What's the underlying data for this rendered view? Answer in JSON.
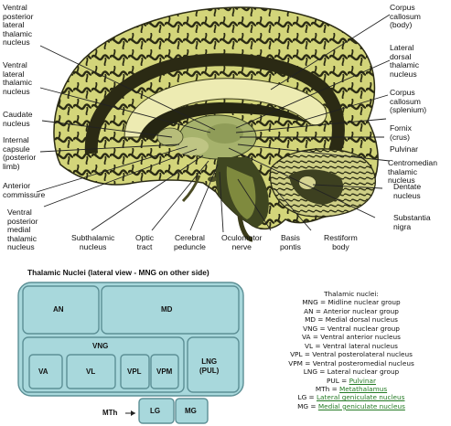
{
  "section_labels": {
    "vpl": "Ventral\nposterior\nlateral\nthalamic\nnucleus",
    "vl": "Ventral\nlateral\nthalamic\nnucleus",
    "caudate": "Caudate\nnucleus",
    "internal_capsule": "Internal\ncapsule\n(posterior\nlimb)",
    "anterior_commissure": "Anterior\ncommissure",
    "vpm": "Ventral\nposterior\nmedial\nthalamic\nnucleus",
    "subthalamic": "Subthalamic\nnucleus",
    "optic_tract": "Optic\ntract",
    "cerebral_peduncle": "Cerebral\npeduncle",
    "oculomotor": "Oculomotor\nnerve",
    "basis_pontis": "Basis\npontis",
    "restiform": "Restiform\nbody",
    "substantia_nigra": "Substantia\nnigra",
    "dentate": "Dentate\nnucleus",
    "centromedian": "Centromedian\nthalamic\nnucleus",
    "pulvinar": "Pulvinar",
    "fornix": "Fornix\n(crus)",
    "cc_splenium": "Corpus\ncallosum\n(splenium)",
    "lateral_dorsal": "Lateral\ndorsal\nthalamic\nnucleus",
    "cc_body": "Corpus\ncallosum\n(body)"
  },
  "schema": {
    "title": "Thalamic Nuclei (lateral view - MNG on other side)",
    "boxes": {
      "an": "AN",
      "md": "MD",
      "vng": "VNG",
      "va": "VA",
      "vl": "VL",
      "vpl": "VPL",
      "vpm": "VPM",
      "lng": "LNG\n(PUL)",
      "mth": "MTh",
      "lg": "LG",
      "mg": "MG"
    }
  },
  "legend": {
    "heading": "Thalamic nuclei:",
    "items": [
      "MNG = Midline nuclear group",
      "AN = Anterior nuclear group",
      "MD = Medial dorsal nucleus",
      "VNG = Ventral nuclear group",
      "VA = Ventral anterior nucleus",
      "VL = Ventral lateral nucleus",
      "VPL = Ventral posterolateral nucleus",
      "VPM = Ventral posteromedial nucleus",
      "LNG = Lateral nuclear group"
    ],
    "linked": [
      {
        "abbr": "PUL = ",
        "name": "Pulvinar"
      },
      {
        "abbr": "MTh = ",
        "name": "Metathalamus"
      },
      {
        "abbr": "LG = ",
        "name": "Lateral geniculate nucleus"
      },
      {
        "abbr": "MG = ",
        "name": "Medial geniculate nucleus"
      }
    ]
  },
  "colors": {
    "brain_cortex": "#cfd27a",
    "brain_dark": "#2a2a14",
    "schema_fill": "#a8d8dc",
    "schema_stroke": "#5c8f95",
    "link": "#237a23"
  }
}
